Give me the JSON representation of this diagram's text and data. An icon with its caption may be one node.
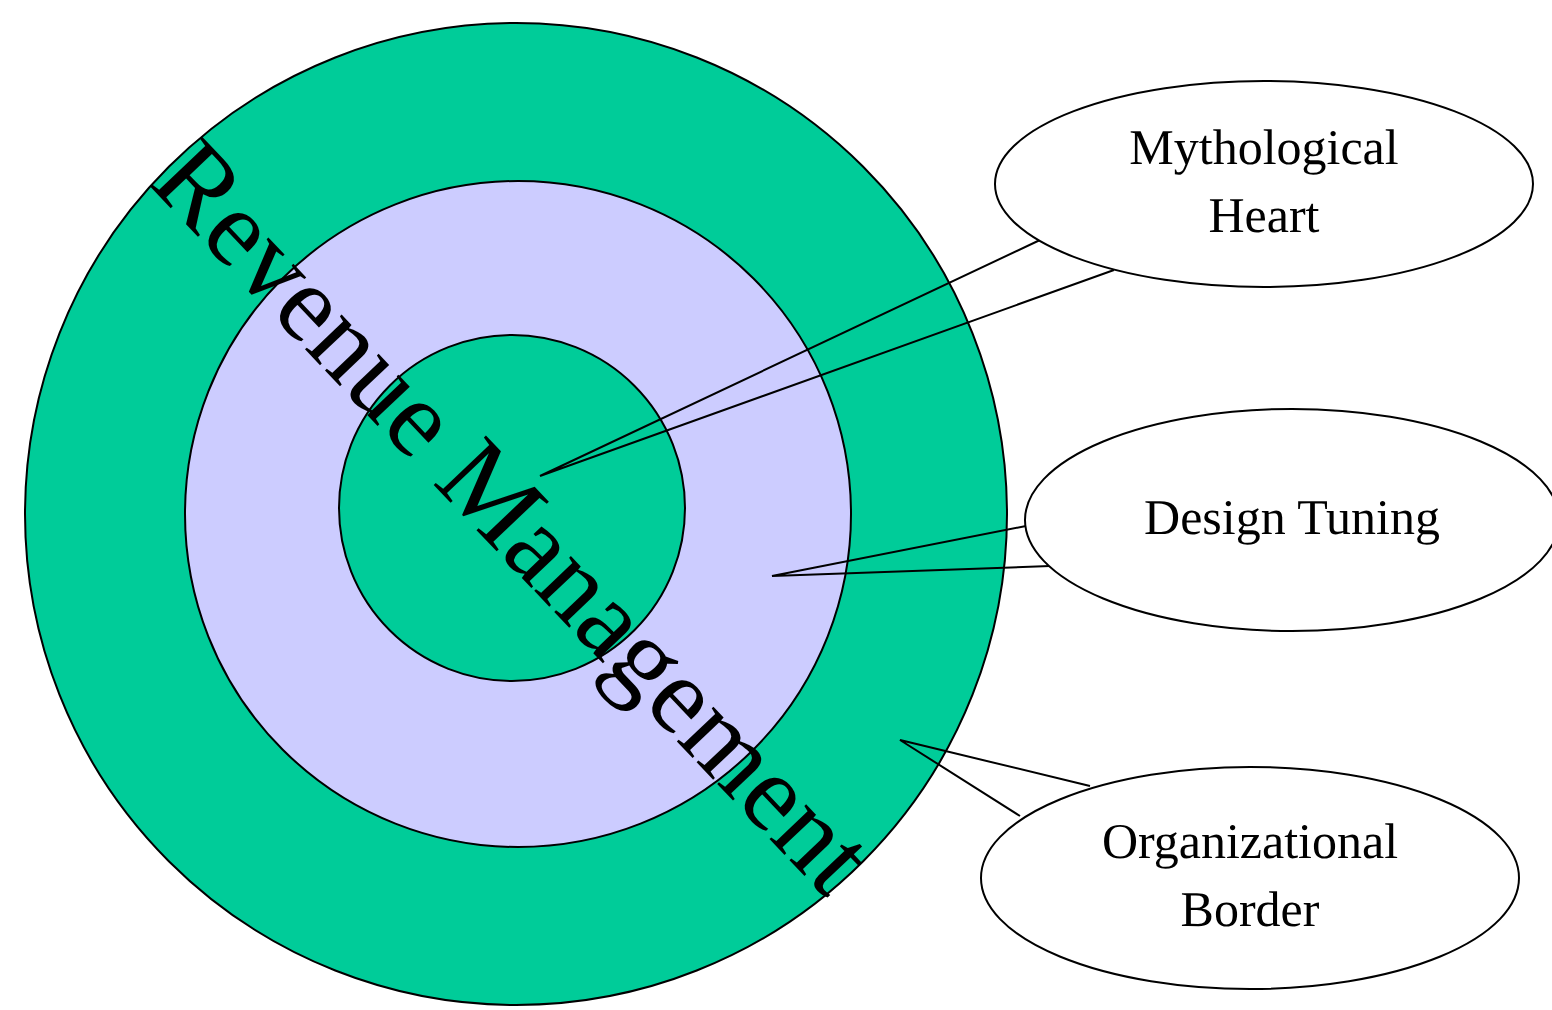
{
  "diagram": {
    "nodes": [
      {
        "text": [],
        "shape": "circle"
      },
      {
        "text": [],
        "shape": "circle",
        "in": 0
      },
      {
        "text": [],
        "shape": "circle",
        "in": 1
      },
      {
        "text": [
          "Mythological Heart"
        ]
      },
      {
        "text": [
          "Design Tuning"
        ]
      },
      {
        "text": [
          "Organizational Border"
        ]
      }
    ],
    "edges": [
      {
        "from": 3,
        "to": 2,
        "arrow": "none"
      },
      {
        "from": 4,
        "to": 1,
        "arrow": "none"
      },
      {
        "from": 5,
        "to": 0,
        "arrow": "none"
      }
    ],
    "labels": [
      "Revenue Management"
    ]
  }
}
